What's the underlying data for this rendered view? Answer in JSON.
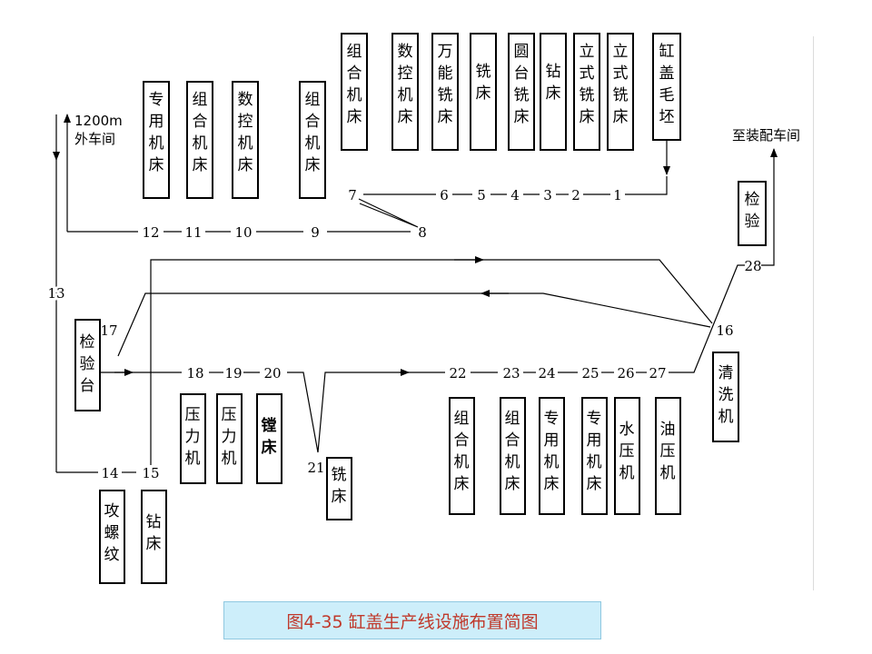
{
  "caption": "图4-35 缸盖生产线设施布置简图",
  "labels": {
    "outside_workshop_line1": "1200m",
    "outside_workshop_line2": "外车间",
    "to_assembly": "至装配车间"
  },
  "machines": {
    "m1": "立式铣床",
    "m2": "立式铣床",
    "m3": "钻床",
    "m4": "圆台铣床",
    "m5": "铣床",
    "m6": "万能铣床",
    "m7": "数控机床",
    "m8": "组合机床",
    "m9": "组合机床",
    "m10": "数控机床",
    "m11": "组合机床",
    "m12": "专用机床",
    "blank": "缸盖毛坯",
    "m14": "攻螺纹",
    "m15": "钻床",
    "m17": "检验台",
    "m18": "压力机",
    "m19": "压力机",
    "m20": "镗床",
    "m21": "铣床",
    "m22": "组合机床",
    "m23": "组合机床",
    "m24": "专用机床",
    "m25": "专用机床",
    "m26": "水压机",
    "m27": "油压机",
    "m16": "清洗机",
    "m28": "检验"
  },
  "stations": [
    "1",
    "2",
    "3",
    "4",
    "5",
    "6",
    "7",
    "8",
    "9",
    "10",
    "11",
    "12",
    "13",
    "14",
    "15",
    "16",
    "17",
    "18",
    "19",
    "20",
    "21",
    "22",
    "23",
    "24",
    "25",
    "26",
    "27",
    "28"
  ]
}
